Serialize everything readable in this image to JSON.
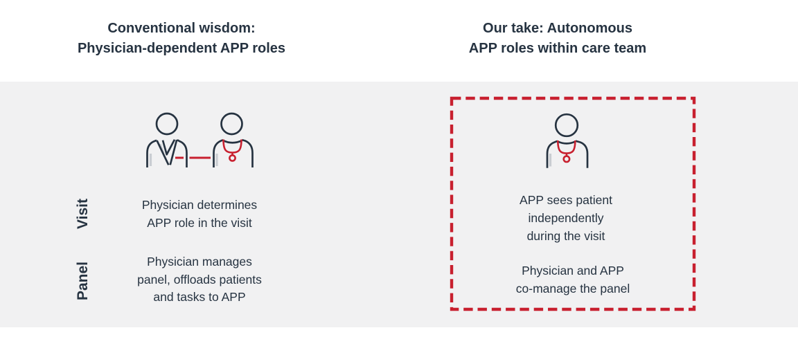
{
  "meta": {
    "kind": "comparison-infographic"
  },
  "colors": {
    "navy": "#263341",
    "red": "#C8202F",
    "band_background": "#F1F1F2",
    "page_background": "#FFFFFF",
    "icon_shadow": "#C9CDD2"
  },
  "left_panel": {
    "title": "Conventional wisdom:\nPhysician-dependent APP roles",
    "icon": "physician-and-app-linked-icon",
    "rows": [
      {
        "label": "Visit",
        "text": "Physician determines\nAPP role in the visit"
      },
      {
        "label": "Panel",
        "text": "Physician manages\npanel, offloads patients\nand tasks to APP"
      }
    ]
  },
  "right_panel": {
    "title": "Our take: Autonomous\nAPP roles within care team",
    "icon": "app-clinician-icon",
    "items": [
      "APP sees patient\nindependently\nduring the visit",
      "Physician and APP\nco-manage the panel"
    ]
  }
}
